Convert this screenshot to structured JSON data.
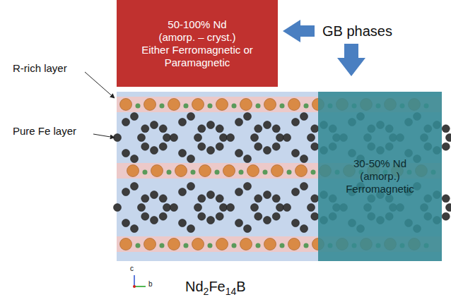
{
  "diagram": {
    "nodes": [
      {
        "text": [
          "50-100% Nd",
          "(amorp. – cryst.)",
          "Either Ferromagnetic or Paramagnetic"
        ]
      },
      {
        "text": [
          "30-50% Nd",
          "(amorp.)",
          "Ferromagnetic"
        ]
      }
    ],
    "labels": [
      "GB phases",
      "R-rich layer",
      "Pure Fe layer",
      "c",
      "b",
      "Nd2Fe14B"
    ]
  }
}
